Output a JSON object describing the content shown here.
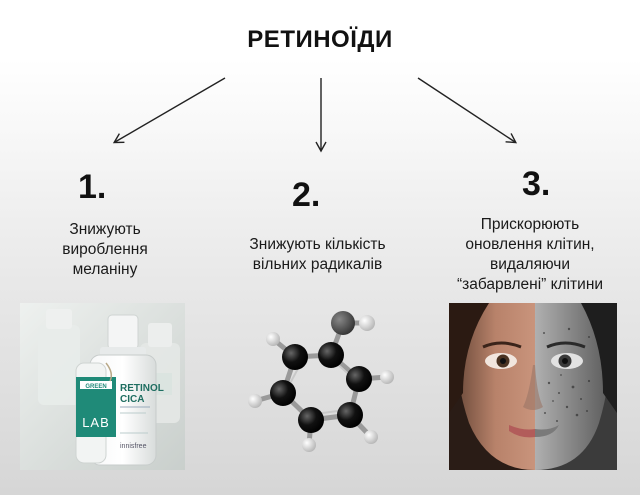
{
  "title": "РЕТИНОЇДИ",
  "steps": [
    {
      "number": "1.",
      "lines": [
        "Знижують",
        "вироблення",
        "меланіну"
      ],
      "image": "retinol-cica-bottles"
    },
    {
      "number": "2.",
      "lines": [
        "Знижують кількість",
        "вільних радикалів"
      ],
      "image": "molecule-model"
    },
    {
      "number": "3.",
      "lines": [
        "Прискорюють",
        "оновлення клітин,",
        "видаляючи",
        "“забарвлені” клітини"
      ],
      "image": "half-face-skin-comparison"
    }
  ],
  "bottle_label": {
    "brand": "GREEN",
    "product_line1": "RETINOL",
    "product_line2": "CICA",
    "lab": "LAB",
    "maker": "innisfree"
  },
  "colors": {
    "text": "#111111",
    "arrow": "#222222",
    "bottle_teal": "#1f8a78"
  }
}
